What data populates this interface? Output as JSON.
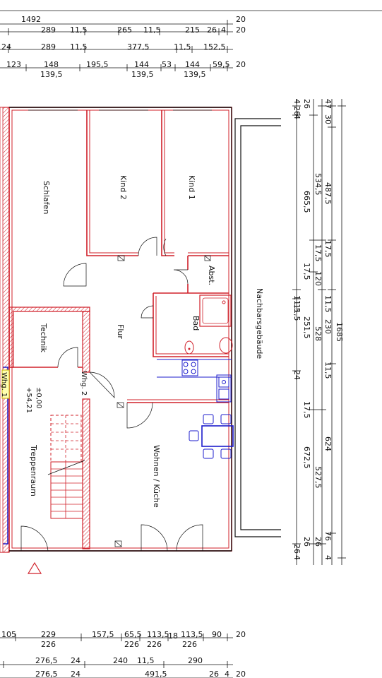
{
  "rooms": {
    "schlafen": "Schlafen",
    "kind2": "Kind 2",
    "kind1": "Kind 1",
    "abst": "Abst.",
    "bad": "Bad",
    "flur": "Flur",
    "technik": "Technik",
    "wohnen": "Wohnen / Küche",
    "treppe": "Treppenraum",
    "nachbar": "Nachbarsgebäude",
    "whg1": "Whg. 1",
    "whg2": "Whg. 2",
    "level1": "±0,00",
    "level2": "+54,21"
  },
  "dims_top": {
    "r1": [
      "1492",
      "20"
    ],
    "r2": [
      "289",
      "11,5",
      "265",
      "11,5",
      "215",
      "26",
      "4",
      "20"
    ],
    "r3": [
      "24",
      "289",
      "11,5",
      "377,5",
      "11,5",
      "152,5"
    ],
    "r4": [
      "123",
      "148",
      "139,5",
      "195,5",
      "144",
      "139,5",
      "53",
      "144",
      "139,5",
      "59,5",
      "20"
    ]
  },
  "dims_bottom": {
    "r1": [
      "105",
      "229",
      "226",
      "157,5",
      "65,5",
      "226",
      "113,5",
      "226",
      "18",
      "113,5",
      "226",
      "90",
      "20"
    ],
    "r2": [
      "276,5",
      "24",
      "240",
      "11,5",
      "290"
    ],
    "r3": [
      "276,5",
      "24",
      "491,5",
      "26",
      "4",
      "20"
    ]
  },
  "dims_right": {
    "c1": [
      "4",
      "26",
      "4",
      "11,5",
      "11,5",
      "24",
      "26",
      "4"
    ],
    "c2": [
      "26",
      "665,5",
      "17,5",
      "251,5",
      "17,5",
      "672,5",
      "26"
    ],
    "c3": [
      "534,5",
      "17,5",
      "120",
      "528",
      "527,5",
      "26"
    ],
    "c4": [
      "47",
      "30",
      "487,5",
      "17,5",
      "11,5",
      "230",
      "11,5",
      "624",
      "76",
      "4"
    ],
    "c5": [
      "1685"
    ]
  }
}
